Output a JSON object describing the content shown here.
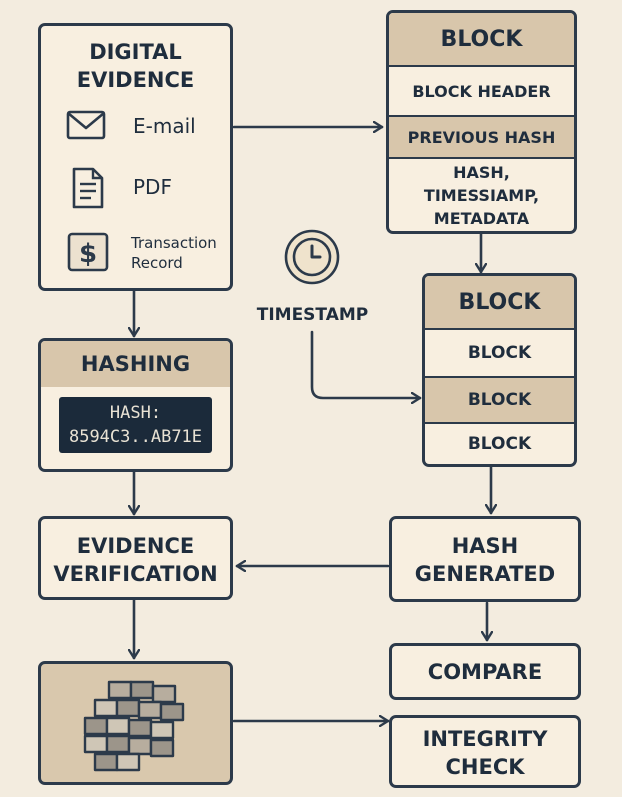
{
  "evidence": {
    "title": "DIGITAL\nEVIDENCE",
    "items": [
      {
        "icon": "envelope-icon",
        "label": "E-mail"
      },
      {
        "icon": "document-icon",
        "label": "PDF"
      },
      {
        "icon": "dollar-icon",
        "label": "Transaction\nRecord"
      }
    ]
  },
  "hashing": {
    "title": "HASHING",
    "hash_line1": "HASH:",
    "hash_line2": "8594C3..AB71E"
  },
  "verification": {
    "title": "EVIDENCE\nVERIFICATION"
  },
  "block1": {
    "title": "BLOCK",
    "rows": [
      "BLOCK HEADER",
      "PREVIOUS HASH",
      "HASH,\nTIMESSIAMP,\nMETADATA"
    ]
  },
  "timestamp": {
    "label": "TIMESTAMP",
    "icon": "clock-icon"
  },
  "block2": {
    "title": "BLOCK",
    "rows": [
      "BLOCK",
      "BLOCK",
      "BLOCK"
    ]
  },
  "hash_generated": {
    "title": "HASH\nGENERATED"
  },
  "compare": {
    "title": "COMPARE"
  },
  "integrity": {
    "title": "INTEGRITY\nCHECK"
  },
  "storage": {
    "icon": "blockchain-cubes-icon"
  },
  "colors": {
    "background": "#f3ecdf",
    "box_fill": "#f8efe0",
    "header_fill": "#d8c6ab",
    "stroke": "#2c3a4a",
    "hash_display": "#1b2a3a"
  }
}
